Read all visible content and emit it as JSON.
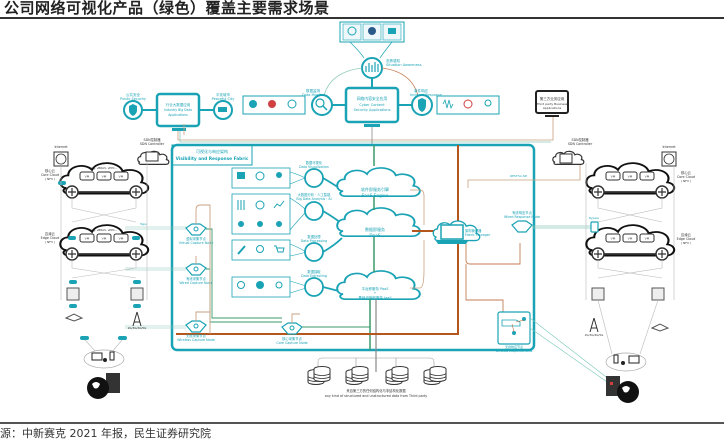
{
  "title": "公司网络可视化产品（绿色）覆盖主要需求场景",
  "source": "源：中新赛克 2021 年报，民生证券研究院",
  "colors": {
    "teal": "#1aa3b5",
    "green": "#3a9a6a",
    "brown": "#b5561f",
    "gray": "#999999"
  },
  "top": {
    "situation_icons": [
      "Report",
      "Analysis",
      "Control"
    ],
    "situation": {
      "cn": "态势感知",
      "en": "Situation Awareness"
    },
    "data_monitor": {
      "cn": "数据监测",
      "en": "Data Monitor"
    },
    "monitor_icons": [
      "Flow Analysis",
      "Threat Analysis",
      "Data Identity Monitor"
    ],
    "cyber": {
      "cn": "网络内容安全应用",
      "en1": "Cyber Content",
      "en2": "Security Applications"
    },
    "incident": {
      "cn": "事件响应",
      "en": "Incident Response"
    },
    "incident_icons": [
      "Isolating",
      "Blocking",
      "Locating"
    ],
    "industry": {
      "cn": "行业大数据应用",
      "en1": "Industry Big Data",
      "en2": "Applications"
    },
    "public_security": {
      "cn": "公共安全",
      "en": "Public Security"
    },
    "peaceful_city": {
      "cn": "平安城市",
      "en": "Peaceful City"
    },
    "third_party": {
      "cn": "第三方业务应用",
      "en1": "Third party Business",
      "en2": "Applications"
    }
  },
  "fabric": {
    "cn": "可视化与响应架构",
    "en": "Visibility and Response Fabric",
    "data_visualization": {
      "cn": "数据可视化",
      "en": "Data Visualization"
    },
    "viz_icons": [
      "Workflow",
      "Collaboration",
      "User Management"
    ],
    "big_data": {
      "cn": "大数据分析 · 人工智能",
      "en": "Big Data Analysis · AI"
    },
    "bigdata_icons": [
      "Classification",
      "Correlation",
      "Anomaly Detection",
      "Identity Correlation",
      "Behavioral Analysis",
      "Predictive Analysis"
    ],
    "data_processing": {
      "cn": "数据处理",
      "en": "Data Processing"
    },
    "processing_icons": [
      "Cleansing",
      "Fusing",
      "Preparing"
    ],
    "data_extracting": {
      "cn": "数据抽取",
      "en": "Data Extracting"
    },
    "extracting_icons": [
      "ETL",
      "Storage",
      "Management"
    ],
    "saas": {
      "cn": "软件即服务引擎",
      "en": "SaaS Engine"
    },
    "daas": {
      "cn": "数据即服务",
      "en": "DaaS"
    },
    "paas": {
      "cn1": "平台即服务 PaaS",
      "plus": "+",
      "cn2": "基础设施即服务 IaaS"
    },
    "fabric_manager": {
      "cn": "架构管理器",
      "en": "Fabric Manager"
    },
    "virtual_capture": {
      "cn": "虚拟采集节点",
      "en": "Virtual Capture Node"
    },
    "wired_capture": {
      "cn": "有线采集节点",
      "en": "Wired Capture Node"
    },
    "wireless_capture": {
      "cn": "无线采集节点",
      "en": "Wireless Capture Node"
    },
    "core_capture": {
      "cn": "核心采集节点",
      "en": "Core Capture Node"
    },
    "wired_response": {
      "cn": "有线响应节点",
      "en": "Wired Response Node"
    },
    "wireless_response": {
      "cn": "无线响应节点",
      "en": "Wireless Response Node"
    },
    "restful": "RESTful API"
  },
  "left": {
    "internet": "Internet",
    "sdn": {
      "cn": "SDN控制器",
      "en": "SDN Controller"
    },
    "core_cloud": {
      "cn": "核心云",
      "en": "Core Cloud",
      "sub": "( NFV )"
    },
    "edge_cloud": {
      "cn": "边缘云",
      "en": "Edge Cloud",
      "sub": "( NFV )"
    },
    "vm": "VM",
    "core_eg": "e.g. vBRAS, vEPC...",
    "edge_eg": "e.g. vBRAS, vEPC...",
    "gen": "2G/3G/4G/5G",
    "taps": "Taps"
  },
  "right": {
    "internet": "Internet",
    "sdn": {
      "cn": "SDN控制器",
      "en": "SDN Controller"
    },
    "core_cloud": {
      "cn": "核心云",
      "en": "Core Cloud",
      "sub": "( NFV )"
    },
    "edge_cloud": {
      "cn": "边缘云",
      "en": "Edge Cloud",
      "sub": "( NFV )"
    },
    "vm": "VM",
    "gen": "2G/3G/4G/5G",
    "bypass": "Bypass"
  },
  "bottom": {
    "cn": "来自第三方的任何结构化与非结构化数据",
    "en": "any kind of structured and unstructured data from Third party"
  }
}
